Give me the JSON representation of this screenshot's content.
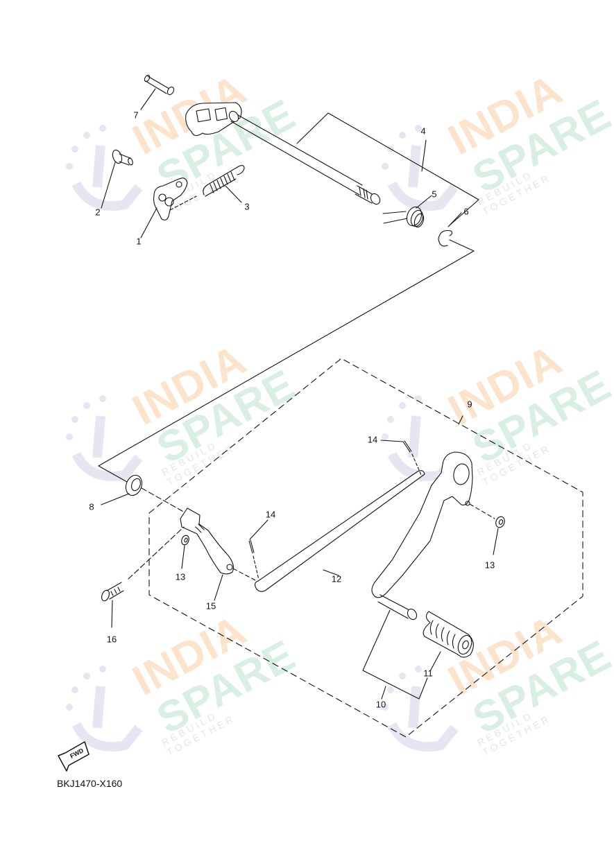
{
  "diagram": {
    "code": "BKJ1470-X160",
    "fwd_label": "FWD",
    "watermark": {
      "line1": "INDIA",
      "line2": "SPARE",
      "tagline": "REBUILD TOGETHER",
      "colors": {
        "india": "#fbe3cc",
        "spare": "#d9efe3",
        "logo": "#e6e6f2"
      }
    },
    "callouts": [
      {
        "id": "1",
        "label": "1"
      },
      {
        "id": "2",
        "label": "2"
      },
      {
        "id": "3",
        "label": "3"
      },
      {
        "id": "4",
        "label": "4"
      },
      {
        "id": "5",
        "label": "5"
      },
      {
        "id": "6",
        "label": "6"
      },
      {
        "id": "7",
        "label": "7"
      },
      {
        "id": "8",
        "label": "8"
      },
      {
        "id": "9",
        "label": "9"
      },
      {
        "id": "10",
        "label": "10"
      },
      {
        "id": "11",
        "label": "11"
      },
      {
        "id": "12",
        "label": "12"
      },
      {
        "id": "13a",
        "label": "13"
      },
      {
        "id": "13b",
        "label": "13"
      },
      {
        "id": "14a",
        "label": "14"
      },
      {
        "id": "14b",
        "label": "14"
      },
      {
        "id": "15",
        "label": "15"
      },
      {
        "id": "16",
        "label": "16"
      }
    ]
  }
}
